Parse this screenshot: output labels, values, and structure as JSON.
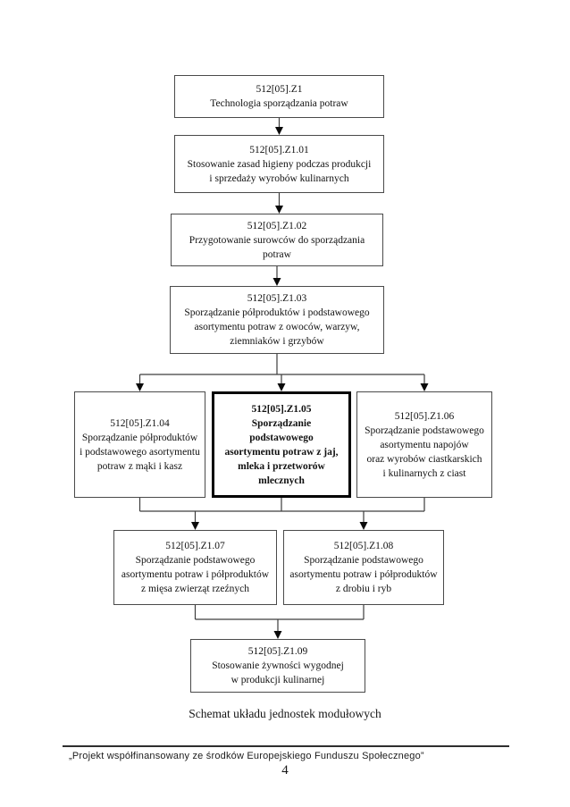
{
  "page": {
    "caption": "Schemat układu jednostek modułowych",
    "footer_text": "„Projekt współfinansowany ze środków Europejskiego Funduszu Społecznego”",
    "page_number": "4"
  },
  "colors": {
    "ink": "#111111",
    "box_border": "#4a4a4a",
    "emphasis_border": "#000000",
    "background": "#ffffff"
  },
  "diagram": {
    "nodes": [
      {
        "code": "512[05].Z1",
        "title": "Technologia sporządzania potraw",
        "emphasis": false
      },
      {
        "code": "512[05].Z1.01",
        "title": "Stosowanie zasad higieny podczas produkcji\ni sprzedaży wyrobów kulinarnych",
        "emphasis": false
      },
      {
        "code": "512[05].Z1.02",
        "title": "Przygotowanie surowców do sporządzania\npotraw",
        "emphasis": false
      },
      {
        "code": "512[05].Z1.03",
        "title": "Sporządzanie półproduktów i podstawowego\nasortymentu potraw z owoców, warzyw,\nziemniaków i grzybów",
        "emphasis": false
      },
      {
        "code": "512[05].Z1.04",
        "title": "Sporządzanie półproduktów\ni podstawowego asortymentu\npotraw z mąki i kasz",
        "emphasis": false
      },
      {
        "code": "512[05].Z1.05",
        "title": "Sporządzanie podstawowego\nasortymentu potraw z jaj,\nmleka i przetworów\nmlecznych",
        "emphasis": true
      },
      {
        "code": "512[05].Z1.06",
        "title": "Sporządzanie podstawowego\nasortymentu napojów\noraz wyrobów ciastkarskich\ni kulinarnych z ciast",
        "emphasis": false
      },
      {
        "code": "512[05].Z1.07",
        "title": "Sporządzanie podstawowego\nasortymentu potraw i półproduktów\nz mięsa zwierząt rzeźnych",
        "emphasis": false
      },
      {
        "code": "512[05].Z1.08",
        "title": "Sporządzanie podstawowego\nasortymentu potraw i półproduktów\nz drobiu i ryb",
        "emphasis": false
      },
      {
        "code": "512[05].Z1.09",
        "title": "Stosowanie żywności wygodnej\nw produkcji kulinarnej",
        "emphasis": false
      }
    ]
  }
}
